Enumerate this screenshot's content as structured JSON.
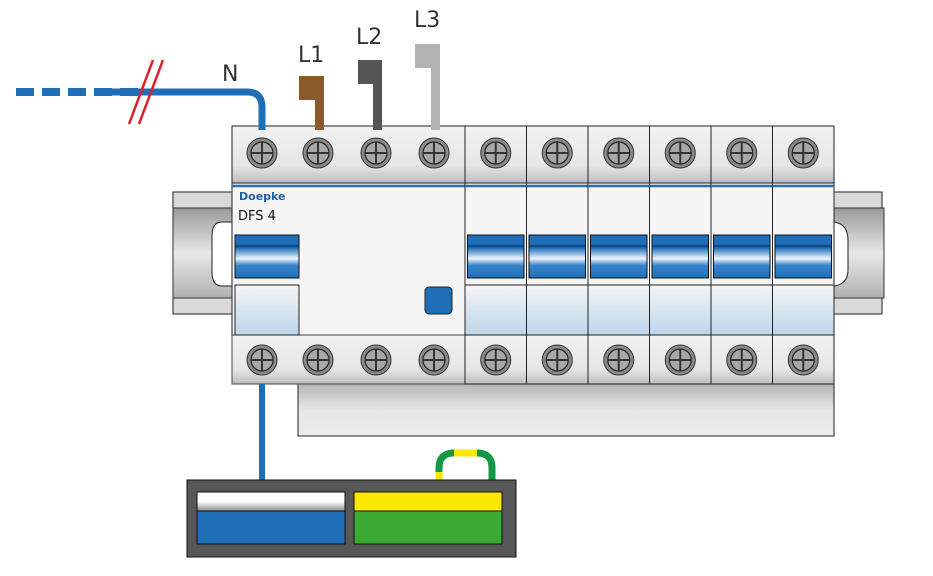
{
  "diagram": {
    "title": "DFS 4 RCD wiring with neutral and PE terminal",
    "device": {
      "brand": "Doepke",
      "model": "DFS 4",
      "test_button": "test-button"
    },
    "wires": {
      "neutral_label": "N",
      "phase_labels": [
        "L1",
        "L2",
        "L3"
      ],
      "colors": {
        "neutral": "#1f6fb8",
        "L1": "#8b5a2b",
        "L2": "#555555",
        "L3": "#b3b3b3",
        "break_mark": "#e0202a",
        "pe_green": "#119944",
        "pe_yellow": "#ffe800"
      }
    },
    "breakers": {
      "count": 6
    },
    "terminal_block": {
      "neutral_color": "#1f6fb8",
      "pe_top_color": "#ffe800",
      "pe_bottom_color": "#3aaa35"
    }
  }
}
